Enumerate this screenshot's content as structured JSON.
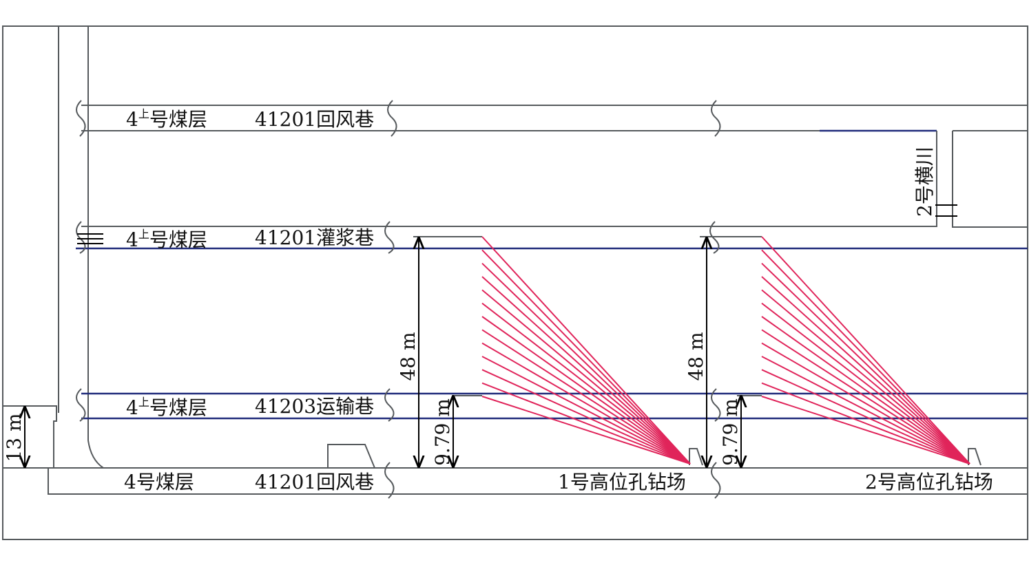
{
  "roadways": {
    "r1": {
      "seam": "4",
      "seam_sup": "上",
      "seam_suffix": "号煤层",
      "name": "41201回风巷"
    },
    "r2": {
      "seam": "4",
      "seam_sup": "上",
      "seam_suffix": "号煤层",
      "name": "41201灌浆巷"
    },
    "r3": {
      "seam": "4",
      "seam_sup": "上",
      "seam_suffix": "号煤层",
      "name": "41203运输巷"
    },
    "r4": {
      "seam_label": "4号煤层",
      "name": "41201回风巷"
    }
  },
  "crosscut": {
    "label": "2号横川"
  },
  "dimensions": {
    "left_height": "13 m",
    "site1_height": "48 m",
    "site1_sub": "9.79 m",
    "site2_height": "48 m",
    "site2_sub": "9.79 m"
  },
  "drill_sites": {
    "site1": {
      "label": "1号高位孔钻场",
      "boreholes": 13
    },
    "site2": {
      "label": "2号高位孔钻场",
      "boreholes": 13
    }
  },
  "colors": {
    "outline": "#55595c",
    "blue_roadway": "#1f2a7a",
    "borehole": "#e0245a"
  }
}
